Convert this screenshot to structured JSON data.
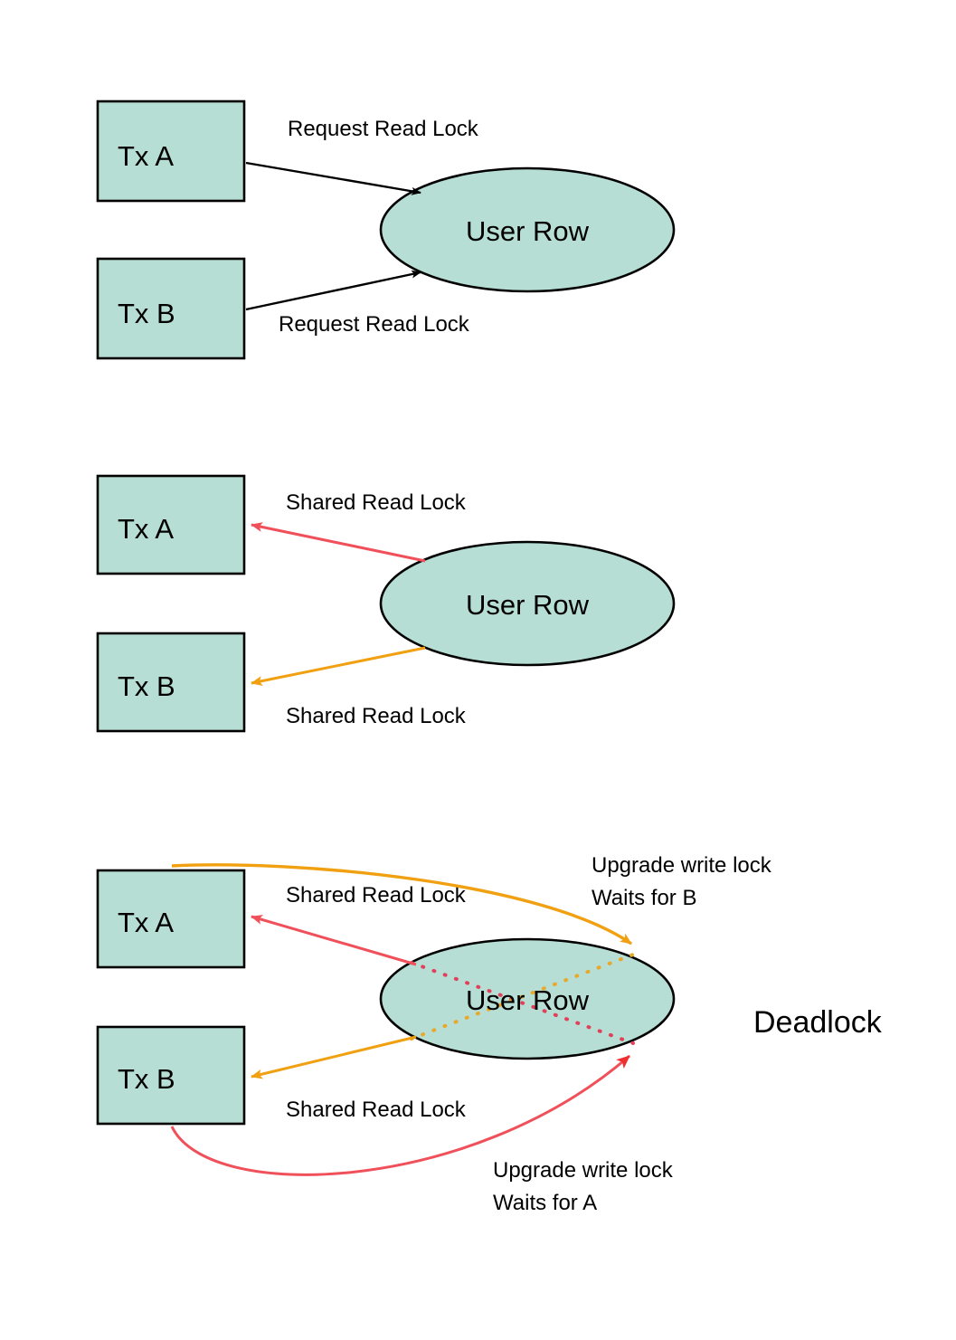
{
  "document": {
    "title": "Read lock upgrade deadlock diagram",
    "background_color": "#ffffff"
  },
  "theme": {
    "node_fill": "#b6ded4",
    "node_stroke": "#000000",
    "text_color": "#000000",
    "arrow_red": "#f0505a",
    "arrow_orange": "#f0a010",
    "arrow_black": "#000000"
  },
  "panels": [
    {
      "id": "panel-request",
      "nodes": {
        "tx_a": "Tx A",
        "tx_b": "Tx B",
        "resource": "User Row"
      },
      "edges": [
        {
          "id": "a-request",
          "label": "Request Read Lock",
          "color": "#000000",
          "from": "Tx A",
          "to": "User Row"
        },
        {
          "id": "b-request",
          "label": "Request Read Lock",
          "color": "#000000",
          "from": "Tx B",
          "to": "User Row"
        }
      ]
    },
    {
      "id": "panel-granted",
      "nodes": {
        "tx_a": "Tx A",
        "tx_b": "Tx B",
        "resource": "User Row"
      },
      "edges": [
        {
          "id": "a-shared",
          "label": "Shared Read Lock",
          "color": "#f0505a",
          "from": "User Row",
          "to": "Tx A"
        },
        {
          "id": "b-shared",
          "label": "Shared Read Lock",
          "color": "#f0a010",
          "from": "User Row",
          "to": "Tx B"
        }
      ]
    },
    {
      "id": "panel-deadlock",
      "nodes": {
        "tx_a": "Tx A",
        "tx_b": "Tx B",
        "resource": "User Row"
      },
      "edges": [
        {
          "id": "a-shared",
          "label": "Shared Read Lock",
          "color": "#f0505a",
          "from": "User Row",
          "to": "Tx A"
        },
        {
          "id": "b-shared",
          "label": "Shared Read Lock",
          "color": "#f0a010",
          "from": "User Row",
          "to": "Tx B"
        },
        {
          "id": "a-upgrade",
          "label_line1": "Upgrade write lock",
          "label_line2": "Waits for B",
          "color": "#f0a010",
          "from": "Tx A",
          "to": "User Row"
        },
        {
          "id": "b-upgrade",
          "label_line1": "Upgrade write lock",
          "label_line2": "Waits for A",
          "color": "#f0505a",
          "from": "Tx B",
          "to": "User Row"
        }
      ],
      "annotation": "Deadlock"
    }
  ]
}
